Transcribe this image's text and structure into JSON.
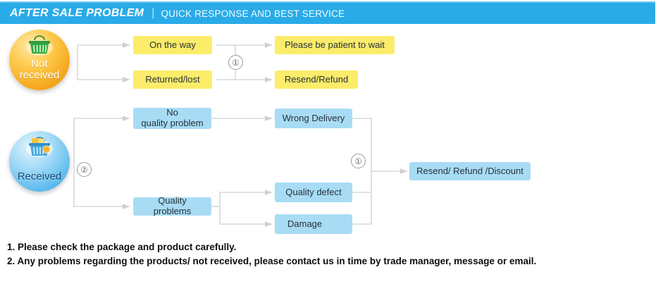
{
  "header": {
    "title": "AFTER SALE PROBLEM",
    "divider": "|",
    "subtitle": "QUICK RESPONSE AND BEST SERVICE",
    "bar_color": "#29abe8",
    "text_color": "#ffffff"
  },
  "statuses": [
    {
      "id": "not-received",
      "label_line1": "Not",
      "label_line2": "received",
      "icon": "shopping-basket-icon",
      "circle_color": "#f6a81e"
    },
    {
      "id": "received",
      "label_line1": "Received",
      "label_line2": "",
      "icon": "shopping-basket-filled-icon",
      "circle_color": "#62bdee"
    }
  ],
  "nodes": {
    "on_the_way": "On the way",
    "returned_lost": "Returned/lost",
    "please_wait": "Please be patient to wait",
    "resend_refund": "Resend/Refund",
    "no_quality_problem_line1": "No",
    "no_quality_problem_line2": "quality problem",
    "quality_problems": "Quality problems",
    "wrong_delivery": "Wrong Delivery",
    "quality_defect": "Quality defect",
    "damage": "Damage",
    "resend_refund_discount": "Resend/ Refund /Discount"
  },
  "step_numbers": {
    "top_branch": "①",
    "received_branch": "②",
    "merge_branch": "①"
  },
  "colors": {
    "yellow_node": "#fbec6a",
    "blue_node": "#a8dcf5",
    "connector": "#d6d6d6",
    "node_text": "#27313a"
  },
  "notes": [
    "1. Please check the package and product carefully.",
    "2. Any problems regarding the products/ not received, please contact us in time by trade manager, message or email."
  ]
}
